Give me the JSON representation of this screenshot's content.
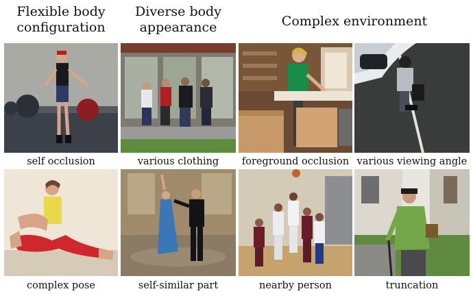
{
  "headers": {
    "flexible": [
      "Flexible body",
      "configuration"
    ],
    "diverse": [
      "Diverse body",
      "appearance"
    ],
    "complex": "Complex environment"
  },
  "captions": {
    "self_occlusion": "self occlusion",
    "various_clothing": "various clothing",
    "foreground_occlusion": "foreground occlusion",
    "various_viewing_angle": "various viewing angle",
    "complex_pose": "complex pose",
    "self_similar_part": "self-similar part",
    "nearby_person": "nearby person",
    "truncation": "truncation"
  }
}
